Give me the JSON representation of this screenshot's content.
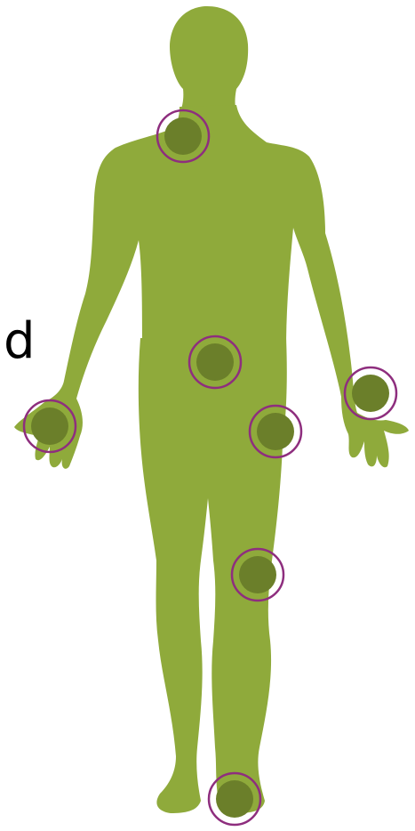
{
  "figure": {
    "panel_label": "d"
  },
  "colors": {
    "body_fill": "#8FAA3B",
    "marker_fill": "#6B7F2A",
    "marker_ring": "#8E2E7E",
    "label_text": "#000000"
  },
  "markers": [
    {
      "name": "marker-neck"
    },
    {
      "name": "marker-abdomen"
    },
    {
      "name": "marker-left-wrist"
    },
    {
      "name": "marker-right-wrist"
    },
    {
      "name": "marker-hip"
    },
    {
      "name": "marker-knee"
    },
    {
      "name": "marker-ankle"
    }
  ]
}
